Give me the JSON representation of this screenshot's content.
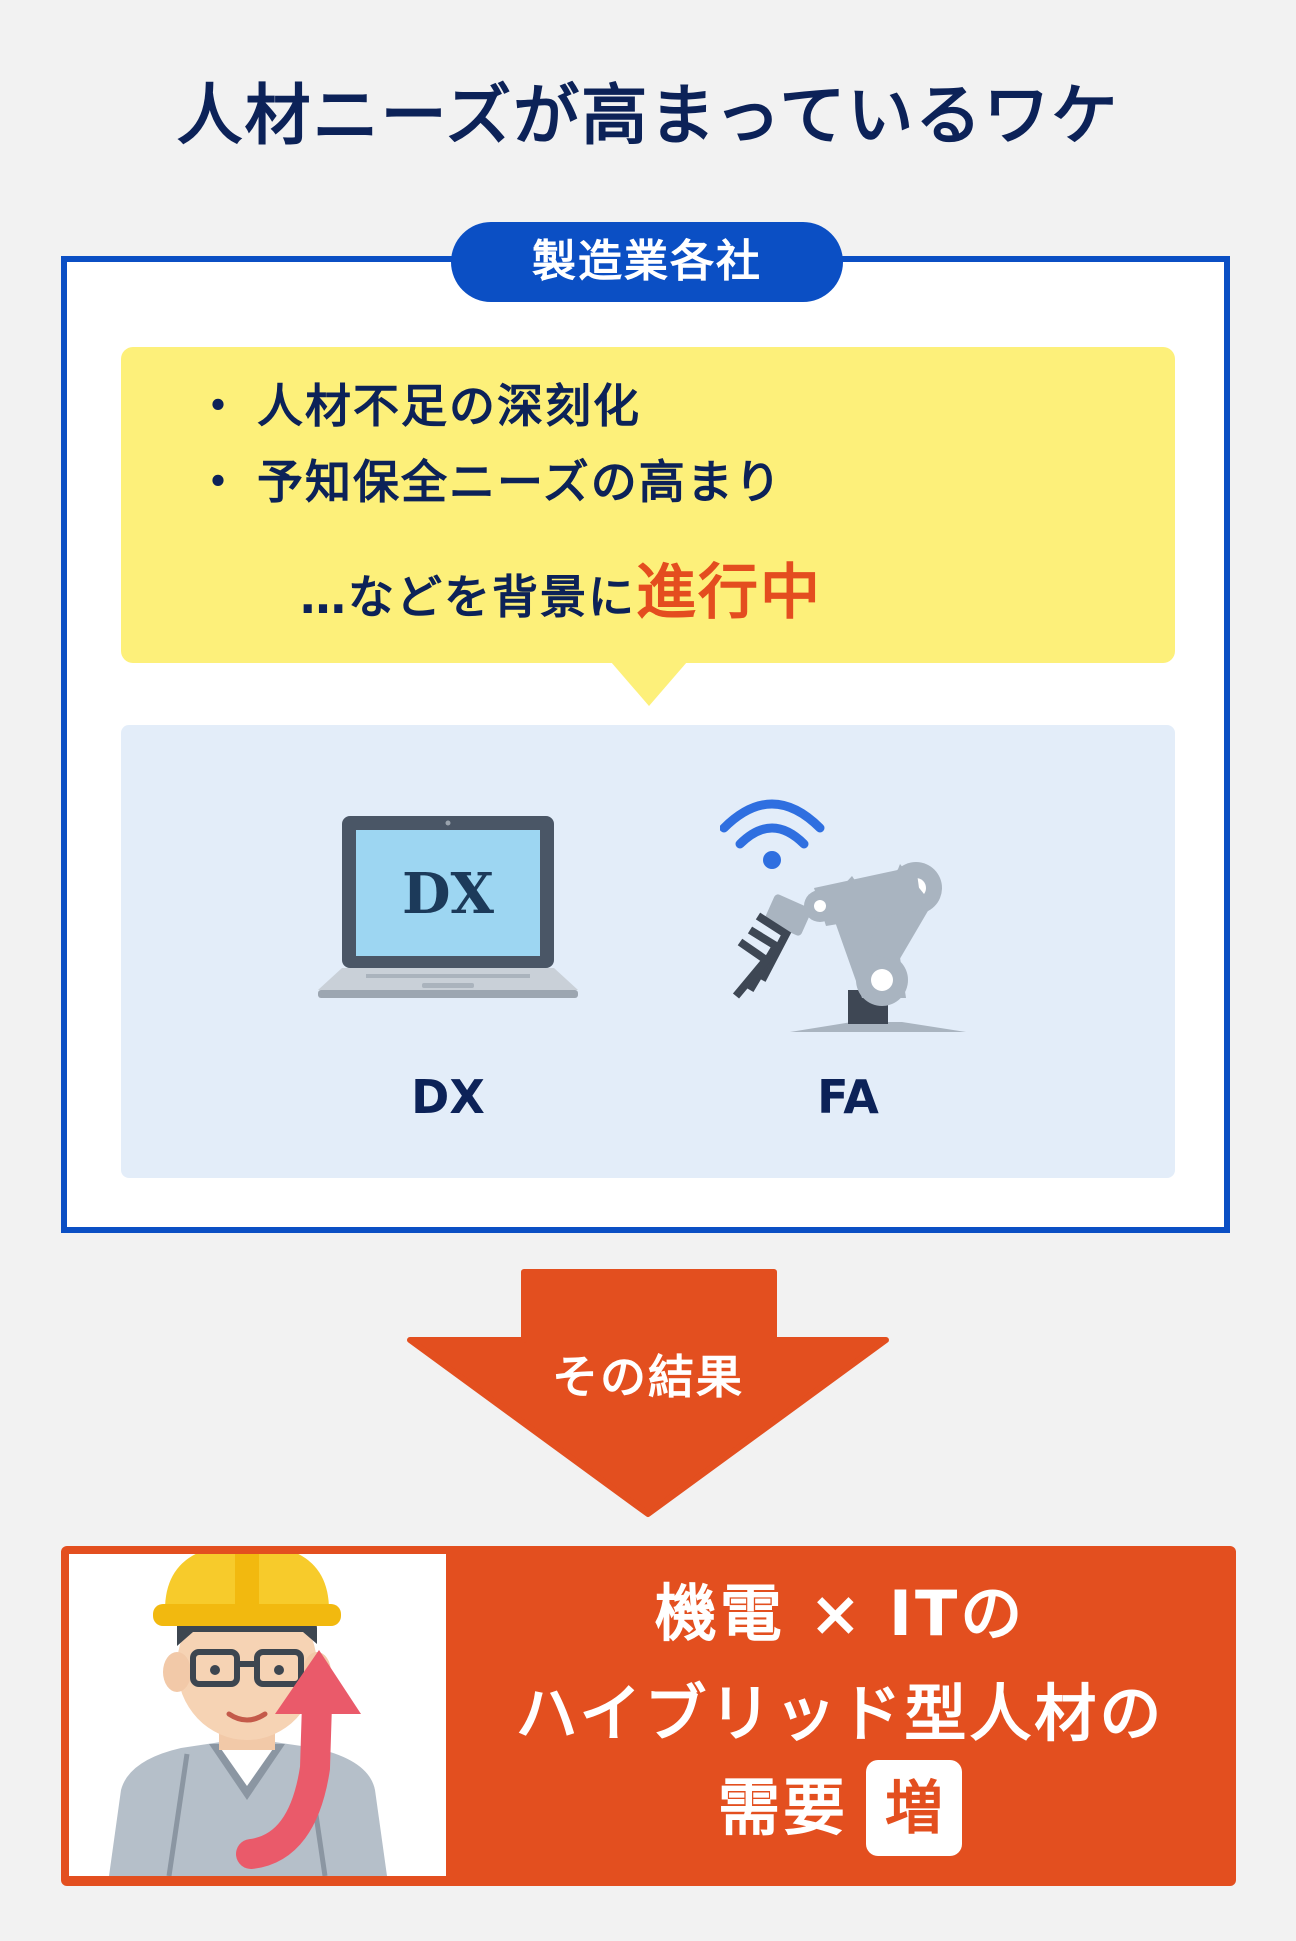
{
  "title": "人材ニーズが高まっているワケ",
  "colors": {
    "navy": "#0c2258",
    "blue": "#0b4fc4",
    "yellow": "#fdf07a",
    "light_blue": "#e3edf9",
    "orange": "#e34f1f"
  },
  "panel": {
    "company_label": "製造業各社",
    "bullets": [
      "人材不足の深刻化",
      "予知保全ニーズの高まり"
    ],
    "bullet_marker": "・",
    "background_text": "…などを背景に",
    "highlight_text": "進行中",
    "items": [
      {
        "label": "DX",
        "icon": "laptop-icon",
        "screen_text": "DX"
      },
      {
        "label": "FA",
        "icon": "robot-arm-icon"
      }
    ]
  },
  "arrow_label": "その結果",
  "result": {
    "line1": "機電 × ITの",
    "line2": "ハイブリッド型人材の",
    "line3": "需要",
    "badge": "増",
    "icons": [
      "worker-icon",
      "up-arrow-icon"
    ]
  }
}
